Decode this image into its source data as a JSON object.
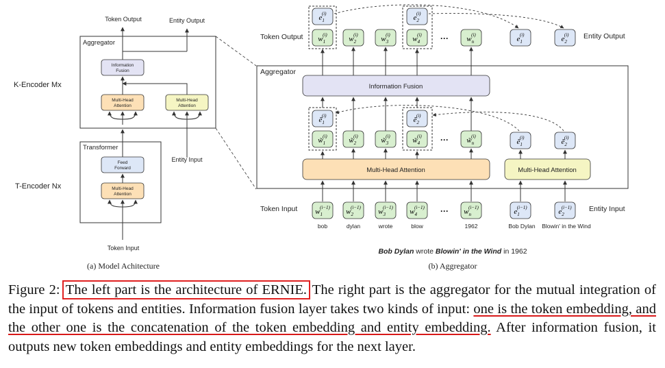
{
  "colors": {
    "box_green": "#d8efcf",
    "box_blue": "#dde7f7",
    "box_orange": "#fde0b6",
    "box_yellow": "#f5f5c3",
    "box_lavender": "#e3e3f4",
    "border": "#333333",
    "highlight_red": "#e02020"
  },
  "left": {
    "token_output": "Token Output",
    "entity_output": "Entity Output",
    "aggregator": "Aggregator",
    "info_fusion_1": "Information",
    "info_fusion_2": "Fusion",
    "mha_1": "Multi-Head",
    "mha_2": "Attention",
    "k_encoder": "K-Encoder  Mx",
    "transformer": "Transformer",
    "ff_1": "Feed",
    "ff_2": "Forward",
    "t_encoder": "T-Encoder  Nx",
    "entity_input": "Entity Input",
    "token_input": "Token Input",
    "caption": "(a) Model Achitecture"
  },
  "right": {
    "token_output": "Token Output",
    "entity_output": "Entity Output",
    "aggregator": "Aggregator",
    "info_fusion": "Information Fusion",
    "mha_token": "Multi-Head Attention",
    "mha_entity": "Multi-Head Attention",
    "token_input": "Token Input",
    "entity_input": "Entity Input",
    "ellipsis": "···",
    "tokens": [
      "bob",
      "dylan",
      "wrote",
      "blow",
      "1962"
    ],
    "entities": [
      "Bob Dylan",
      "Blowin' in the Wind"
    ],
    "sentence": {
      "part1": "Bob Dylan",
      "part2": " wrote ",
      "part3": "Blowin' in the Wind",
      "part4": " in 1962"
    },
    "caption": "(b) Aggregator"
  },
  "caption": {
    "label": "Figure 2: ",
    "boxed": "The left part is the architecture of ERNIE.",
    "text2": " The right part is the aggregator for the mutual integration of the input of tokens and entities. Information fusion layer takes two kinds of input: ",
    "underlined": "one is the token embedding, and the other one is the concatenation of the token embedding and entity embedding.",
    "text3": " After information fusion, it outputs new token embeddings and entity embeddings for the next layer."
  }
}
